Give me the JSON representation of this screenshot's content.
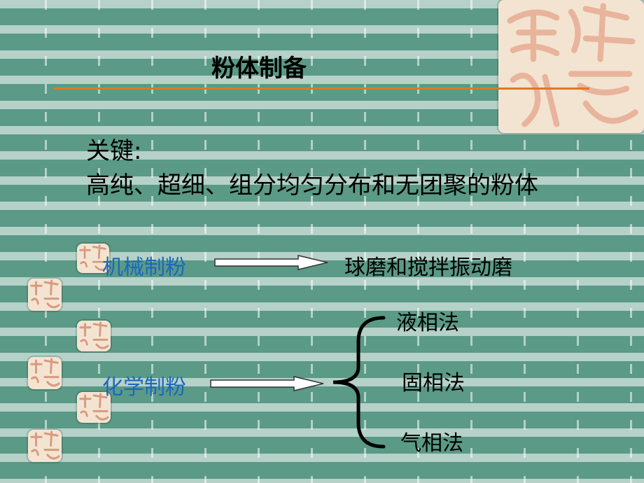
{
  "slide": {
    "title": "粉体制备",
    "key_label": "关键:",
    "key_text": "高纯、超细、组分均匀分布和无团聚的粉体",
    "mechanical": {
      "label": "机械制粉",
      "result": "球磨和搅拌振动磨"
    },
    "chemical": {
      "label": "化学制粉",
      "branches": [
        "液相法",
        "固相法",
        "气相法"
      ]
    },
    "colors": {
      "background": "#5a9a86",
      "title_rule": "#d9792c",
      "method_text": "#1b67c2"
    },
    "icons": [
      "auspicious-seal-icon"
    ]
  }
}
